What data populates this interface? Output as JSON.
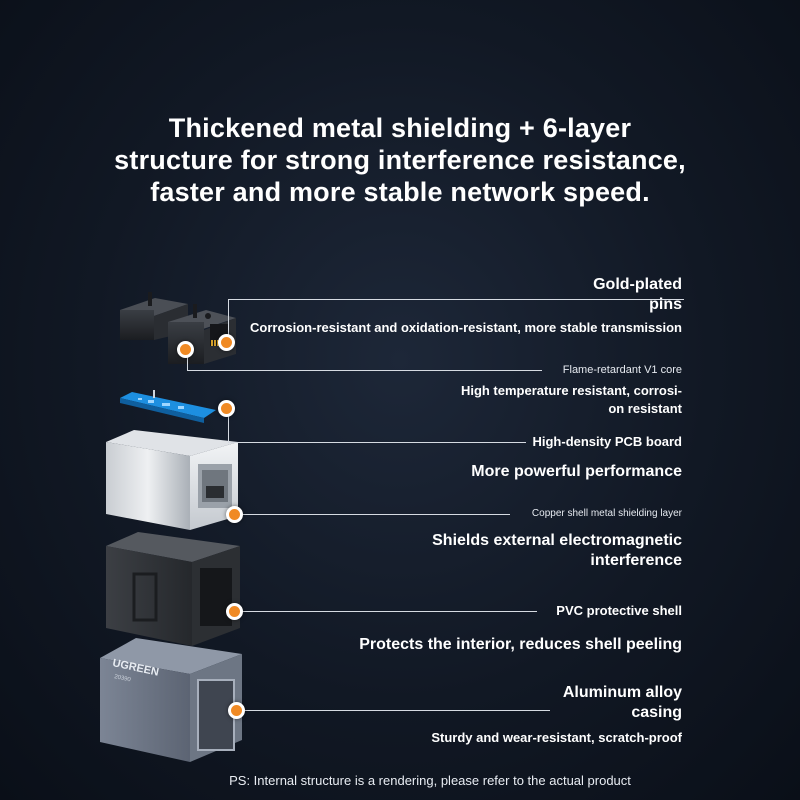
{
  "headline": {
    "line1": "Thickened metal shielding + 6-layer",
    "line2": "structure for strong interference resistance,",
    "line3": "faster and more stable network speed."
  },
  "labels": {
    "gold_title_line1": "Gold-plated",
    "gold_title_line2": "pins",
    "gold_desc": "Corrosion-resistant and oxidation-resistant, more stable transmission",
    "core_title": "Flame-retardant V1 core",
    "core_desc_line1": "High temperature resistant, corrosi-",
    "core_desc_line2": "on resistant",
    "pcb_title": "High-density PCB board",
    "pcb_desc": "More powerful performance",
    "copper_title": "Copper shell metal shielding layer",
    "copper_desc_line1": "Shields external electromagnetic",
    "copper_desc_line2": "interference",
    "pvc_title": "PVC protective shell",
    "pvc_desc": "Protects the interior, reduces shell peeling",
    "alu_title_line1": "Aluminum alloy",
    "alu_title_line2": "casing",
    "alu_desc": "Sturdy and wear-resistant, scratch-proof"
  },
  "product": {
    "brand": "UGREEN",
    "model": "20390"
  },
  "footnote": "PS: Internal structure is a rendering, please refer to the actual product",
  "colors": {
    "accent": "#f08a24",
    "background": "#111824",
    "text": "#ffffff"
  }
}
